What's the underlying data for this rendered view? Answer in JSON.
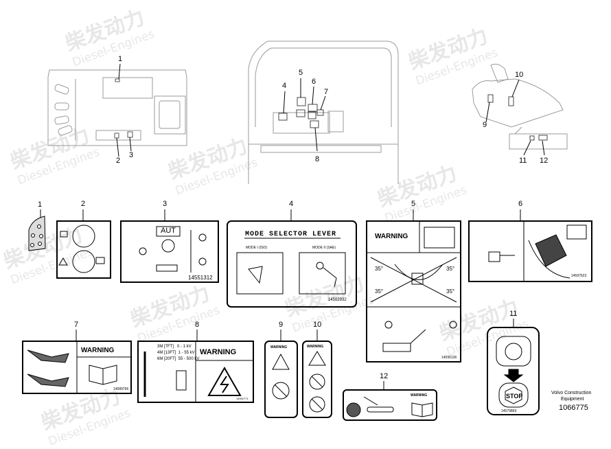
{
  "watermark": {
    "cn": "柴发动力",
    "en": "Diesel-Engines"
  },
  "callouts": {
    "top_c1": "1",
    "top_c2": "2",
    "top_c3": "3",
    "top_c4": "4",
    "top_c5": "5",
    "top_c6": "6",
    "top_c7": "7",
    "top_c8": "8",
    "top_c9": "9",
    "top_c10": "10",
    "top_c11": "11",
    "top_c12": "12",
    "d1": "1",
    "d2": "2",
    "d3": "3",
    "d4": "4",
    "d5": "5",
    "d6": "6",
    "d7": "7",
    "d8": "8",
    "d9": "9",
    "d10": "10",
    "d11": "11",
    "d12": "12"
  },
  "decal3": {
    "panel_text": "AUT",
    "part_no": "14551312"
  },
  "decal4": {
    "title": "MODE SELECTOR LEVER",
    "mode1": "MODE I (ISO)",
    "mode2": "MODE II (SAE)",
    "part_no": "14502932"
  },
  "decal5": {
    "warning": "WARNING",
    "angle": "35°",
    "part_no": "14590136"
  },
  "decal6": {
    "part_no": "14597523"
  },
  "decal7": {
    "warning": "WARNING",
    "part_no": "14589766"
  },
  "decal8": {
    "warning": "WARNING",
    "line1": "3M [7FT]   0 - 1 kV",
    "line2": "4M [13FT]  1 - 55 kV",
    "line3": "6M [20FT]  55 - 500 kV",
    "part_no": "14592771"
  },
  "decal9": {
    "warning": "WARNING"
  },
  "decal10": {
    "warning": "WARNING"
  },
  "decal11": {
    "stop": "STOP",
    "part_no": "14579869"
  },
  "decal12": {
    "warning": "WARNING"
  },
  "brand": {
    "line1": "Volvo Construction",
    "line2": "Equipment",
    "number": "1066775"
  }
}
